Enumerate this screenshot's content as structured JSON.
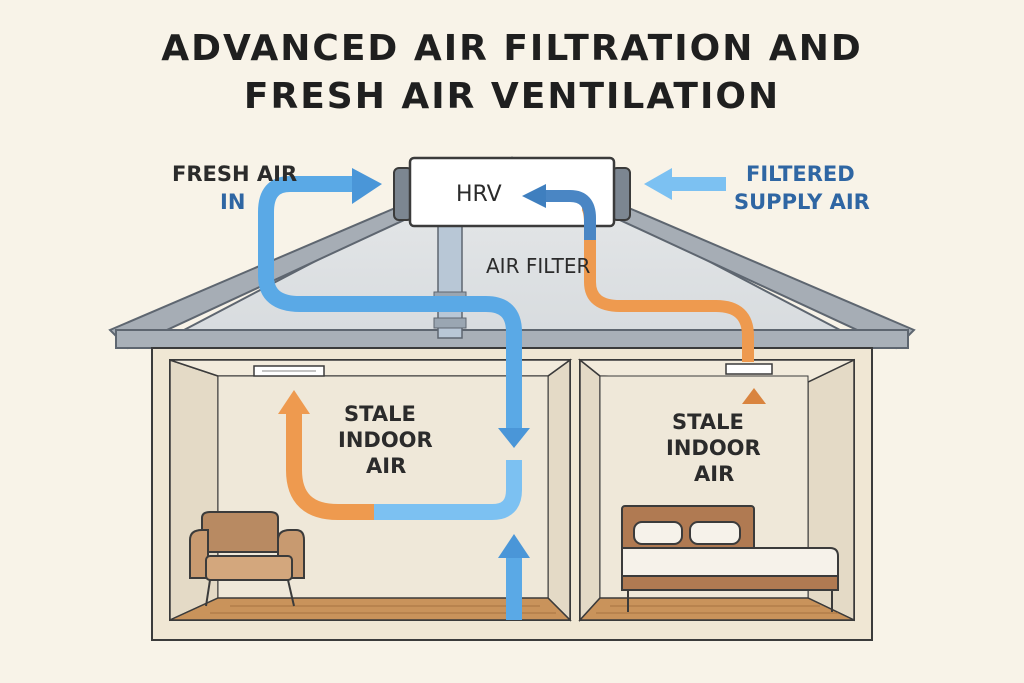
{
  "title": {
    "line1": "ADVANCED AIR FILTRATION AND",
    "line2": "FRESH AIR VENTILATION"
  },
  "labels": {
    "fresh_air_line1": "FRESH AIR",
    "fresh_air_line2": "IN",
    "hrv": "HRV",
    "filtered_line1": "FILTERED",
    "filtered_line2": "SUPPLY AIR",
    "air_filter": "AIR FILTER",
    "stale_left": [
      "STALE",
      "INDOOR",
      "AIR"
    ],
    "stale_right": [
      "STALE",
      "INDOOR",
      "AIR"
    ]
  },
  "colors": {
    "background": "#f8f3e8",
    "fresh_air_blue": "#5aa9e6",
    "filtered_air_blue": "#7cc1f2",
    "stale_air_orange": "#ee9a4f",
    "roof": "#a6adb5",
    "floor": "#c9935b",
    "wall": "#efe7d6"
  }
}
